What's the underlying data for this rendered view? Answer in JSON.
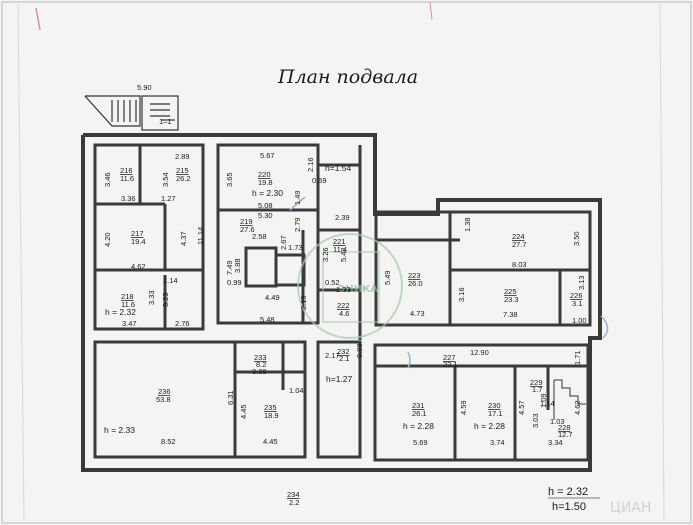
{
  "title": "План подвала",
  "colors": {
    "wall": "#3a3a3a",
    "paper": "#f4f5f2",
    "accent_pink": "#d88ca8",
    "accent_blue": "#9db2d4",
    "stamp_green": "#a7cbb4"
  },
  "stamp_text": "ЭНИКА",
  "watermark": "ЦИАН",
  "bottom_h": {
    "line1": "h = 2.32",
    "line2": "h=1.50"
  },
  "room_234": {
    "num": "234",
    "area": "2.2"
  },
  "dims": {
    "d590": "5.90",
    "d289": "2.89",
    "d346": "3.46",
    "d354": "3.54",
    "d336": "3.36",
    "d127": "1.27",
    "d420": "4.20",
    "d437": "4.37",
    "d1114": "11.14",
    "d462": "4.62",
    "d114": "1.14",
    "d323": "3.23",
    "d333": "3.33",
    "d347": "3.47",
    "d276": "2.76",
    "d567": "5.67",
    "d365": "3.65",
    "d216": "2.16",
    "h154": "h=1.54",
    "d059": "0.59",
    "d149": "1.49",
    "d508": "5.08",
    "d530": "5.30",
    "d279": "2.79",
    "d239": "2.39",
    "d258": "2.58",
    "d173": "1.73",
    "d267": "2.67",
    "d749": "7.49",
    "d388": "3.88",
    "d099": "0.99",
    "d449": "4.49",
    "d219": "2.19",
    "d548": "5.48",
    "d326": "3.26",
    "d542": "5.42",
    "d052": "0.52",
    "d133": "1.33",
    "d138": "1.38",
    "d350": "3.50",
    "d549": "5.49",
    "d803": "8.03",
    "d316": "3.16",
    "d313": "3.13",
    "d473": "4.73",
    "d738": "7.38",
    "d100": "1.00",
    "d1290": "12.90",
    "d171": "1.71",
    "d217b": "2.17",
    "d098": "0.98",
    "d631": "6.31",
    "d445": "4.45",
    "d338": "3.38",
    "d104": "1.04",
    "d852": "8.52",
    "d445b": "4.45",
    "d459": "4.59",
    "d457": "4.57",
    "d303": "3.03",
    "d109": "1.09",
    "d114b": "1.14",
    "d103": "1.03",
    "d462b": "4.62",
    "d569": "5.69",
    "d374": "3.74",
    "d334": "3.34"
  },
  "rooms": {
    "r216": {
      "num": "216",
      "area": "11.6"
    },
    "r215": {
      "num": "215",
      "area": "26.2"
    },
    "r217": {
      "num": "217",
      "area": "19.4"
    },
    "r218": {
      "num": "218",
      "area": "11.6",
      "h": "h = 2.32"
    },
    "r220": {
      "num": "220",
      "area": "19.8",
      "h": "h = 2.30"
    },
    "r219": {
      "num": "219",
      "area": "27.6"
    },
    "r221": {
      "num": "221",
      "area": "11.4"
    },
    "r222": {
      "num": "222",
      "area": "4.6"
    },
    "r224": {
      "num": "224",
      "area": "27.7"
    },
    "r223": {
      "num": "223",
      "area": "26.0"
    },
    "r225": {
      "num": "225",
      "area": "23.3"
    },
    "r226": {
      "num": "226",
      "area": "3.1"
    },
    "r233": {
      "num": "233",
      "area": "8.2"
    },
    "r232": {
      "num": "232",
      "area": "2.1"
    },
    "r227": {
      "num": "227",
      "area": "22.1"
    },
    "r236": {
      "num": "236",
      "area": "53.8",
      "h": "h = 2.33"
    },
    "r235": {
      "num": "235",
      "area": "18.9"
    },
    "r231": {
      "num": "231",
      "area": "26.1",
      "h": "h = 2.28"
    },
    "r230": {
      "num": "230",
      "area": "17.1",
      "h": "h = 2.28"
    },
    "r229": {
      "num": "229",
      "area": "1.7"
    },
    "r228": {
      "num": "228",
      "area": "12.7"
    },
    "corridor_h": "h=1.27"
  }
}
